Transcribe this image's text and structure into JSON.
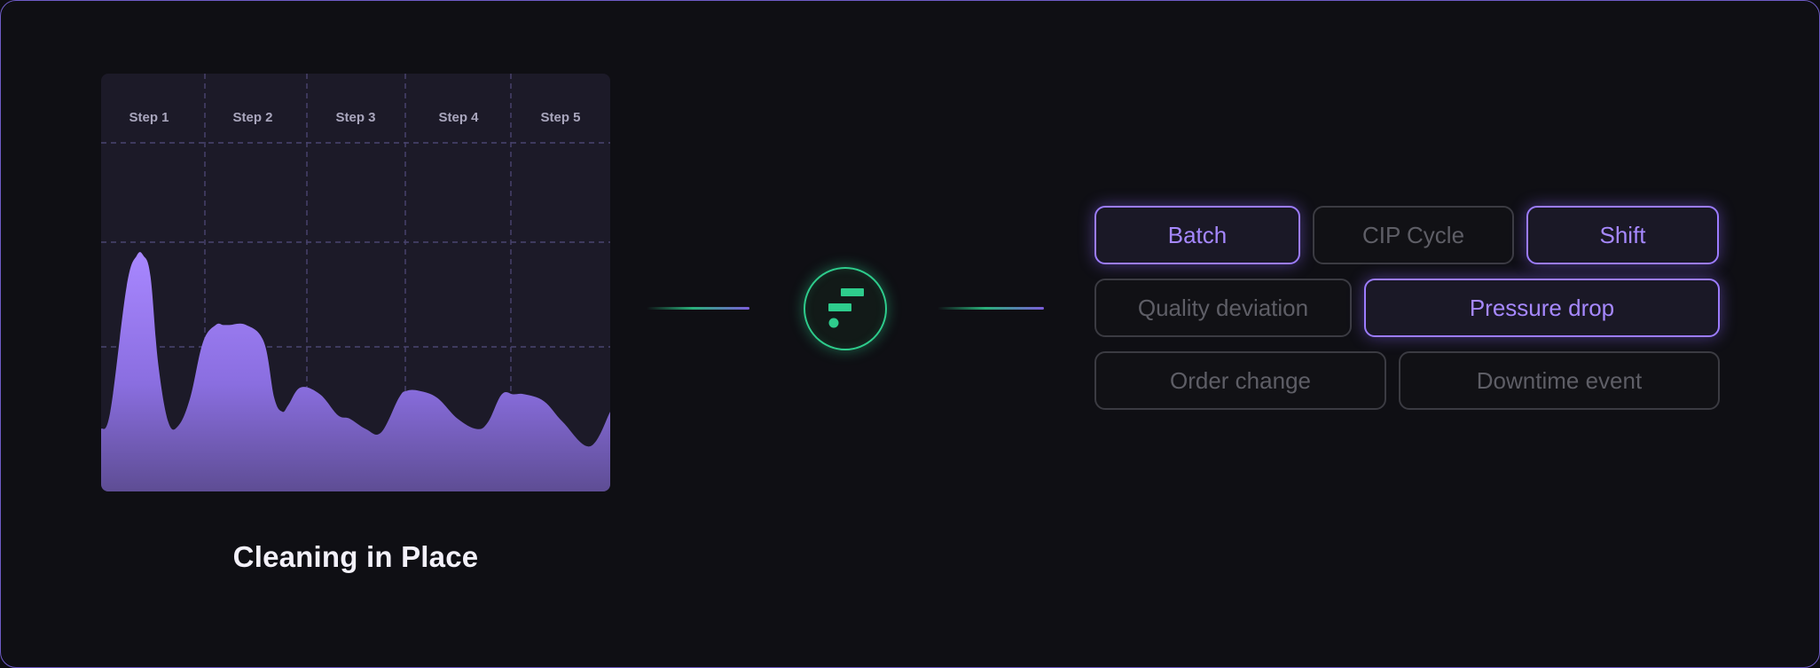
{
  "chart_data": {
    "type": "area",
    "categories": [
      "Step 1",
      "Step 2",
      "Step 3",
      "Step 4",
      "Step 5"
    ],
    "y_range": [
      0,
      1
    ],
    "x_range": [
      0,
      1
    ],
    "grid": true,
    "series": [
      {
        "x": [
          0,
          0.018,
          0.05,
          0.07,
          0.083,
          0.097,
          0.112,
          0.132,
          0.152,
          0.175,
          0.2,
          0.225,
          0.24,
          0.252,
          0.285,
          0.32,
          0.34,
          0.356,
          0.368,
          0.392,
          0.43,
          0.465,
          0.488,
          0.52,
          0.55,
          0.585,
          0.6,
          0.625,
          0.66,
          0.7,
          0.738,
          0.76,
          0.787,
          0.81,
          0.832,
          0.87,
          0.907,
          0.96,
          1.0
        ],
        "y": [
          0.18,
          0.23,
          0.59,
          0.68,
          0.68,
          0.62,
          0.37,
          0.2,
          0.19,
          0.27,
          0.43,
          0.48,
          0.48,
          0.48,
          0.48,
          0.43,
          0.27,
          0.23,
          0.25,
          0.3,
          0.28,
          0.22,
          0.21,
          0.18,
          0.17,
          0.27,
          0.29,
          0.29,
          0.27,
          0.21,
          0.18,
          0.2,
          0.28,
          0.28,
          0.28,
          0.26,
          0.2,
          0.13,
          0.23
        ]
      }
    ]
  },
  "caption": "Cleaning in Place",
  "icon": "brand-logo-icon",
  "colors": {
    "accent_purple": "#9c7cff",
    "accent_green": "#2ecc8c",
    "muted": "#5e5e66"
  },
  "tags": [
    {
      "label": "Batch",
      "active": true
    },
    {
      "label": "CIP Cycle",
      "active": false
    },
    {
      "label": "Shift",
      "active": true
    },
    {
      "label": "Quality deviation",
      "active": false
    },
    {
      "label": "Pressure drop",
      "active": true
    },
    {
      "label": "Order change",
      "active": false
    },
    {
      "label": "Downtime event",
      "active": false
    }
  ]
}
